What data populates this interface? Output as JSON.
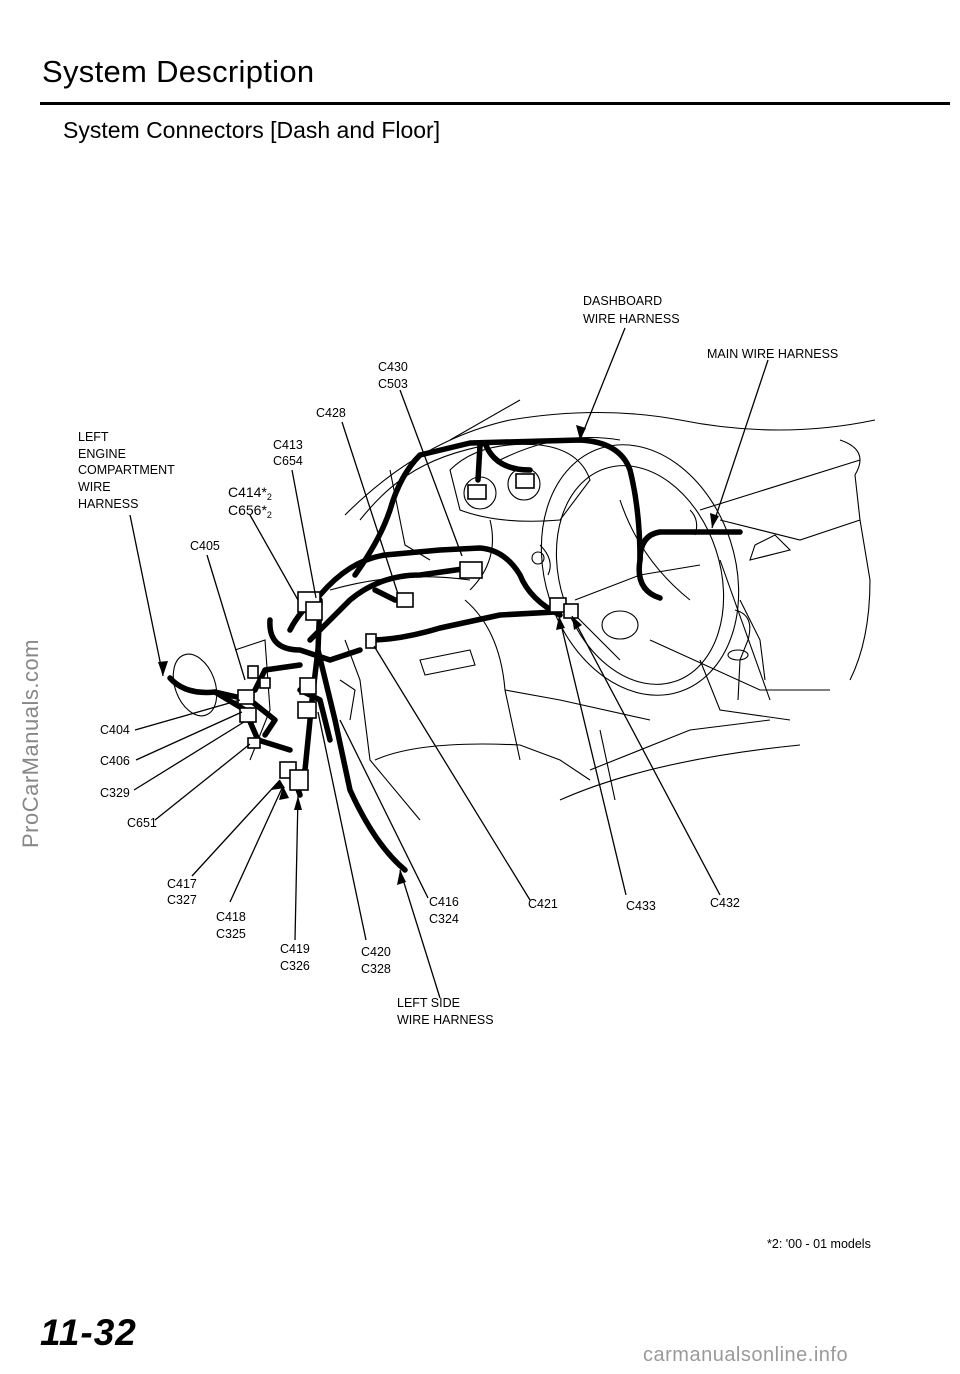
{
  "header": {
    "title": "System Description",
    "subtitle": "System Connectors [Dash and Floor]"
  },
  "harness_labels": {
    "dashboard": [
      "DASHBOARD",
      "WIRE HARNESS"
    ],
    "main": "MAIN WIRE  HARNESS",
    "left_engine": [
      "LEFT",
      "ENGINE",
      "COMPARTMENT",
      "WIRE",
      "HARNESS"
    ],
    "left_side": [
      "LEFT SIDE",
      "WIRE  HARNESS"
    ]
  },
  "connectors": {
    "c430": "C430",
    "c503": "C503",
    "c428": "C428",
    "c413": "C413",
    "c654": "C654",
    "c414": "C414*",
    "c656": "C656*",
    "note_mark": "2",
    "c405": "C405",
    "c404": "C404",
    "c406": "C406",
    "c329": "C329",
    "c651": "C651",
    "c417": "C417",
    "c327": "C327",
    "c418": "C418",
    "c325": "C325",
    "c419": "C419",
    "c326": "C326",
    "c420": "C420",
    "c328": "C328",
    "c416": "C416",
    "c324": "C324",
    "c421": "C421",
    "c433": "C433",
    "c432": "C432"
  },
  "footnote": "*2: '00 - 01  models",
  "page_number": "11-32",
  "watermarks": {
    "side": "ProCarManuals.com",
    "bottom": "carmanualsonline.info"
  }
}
